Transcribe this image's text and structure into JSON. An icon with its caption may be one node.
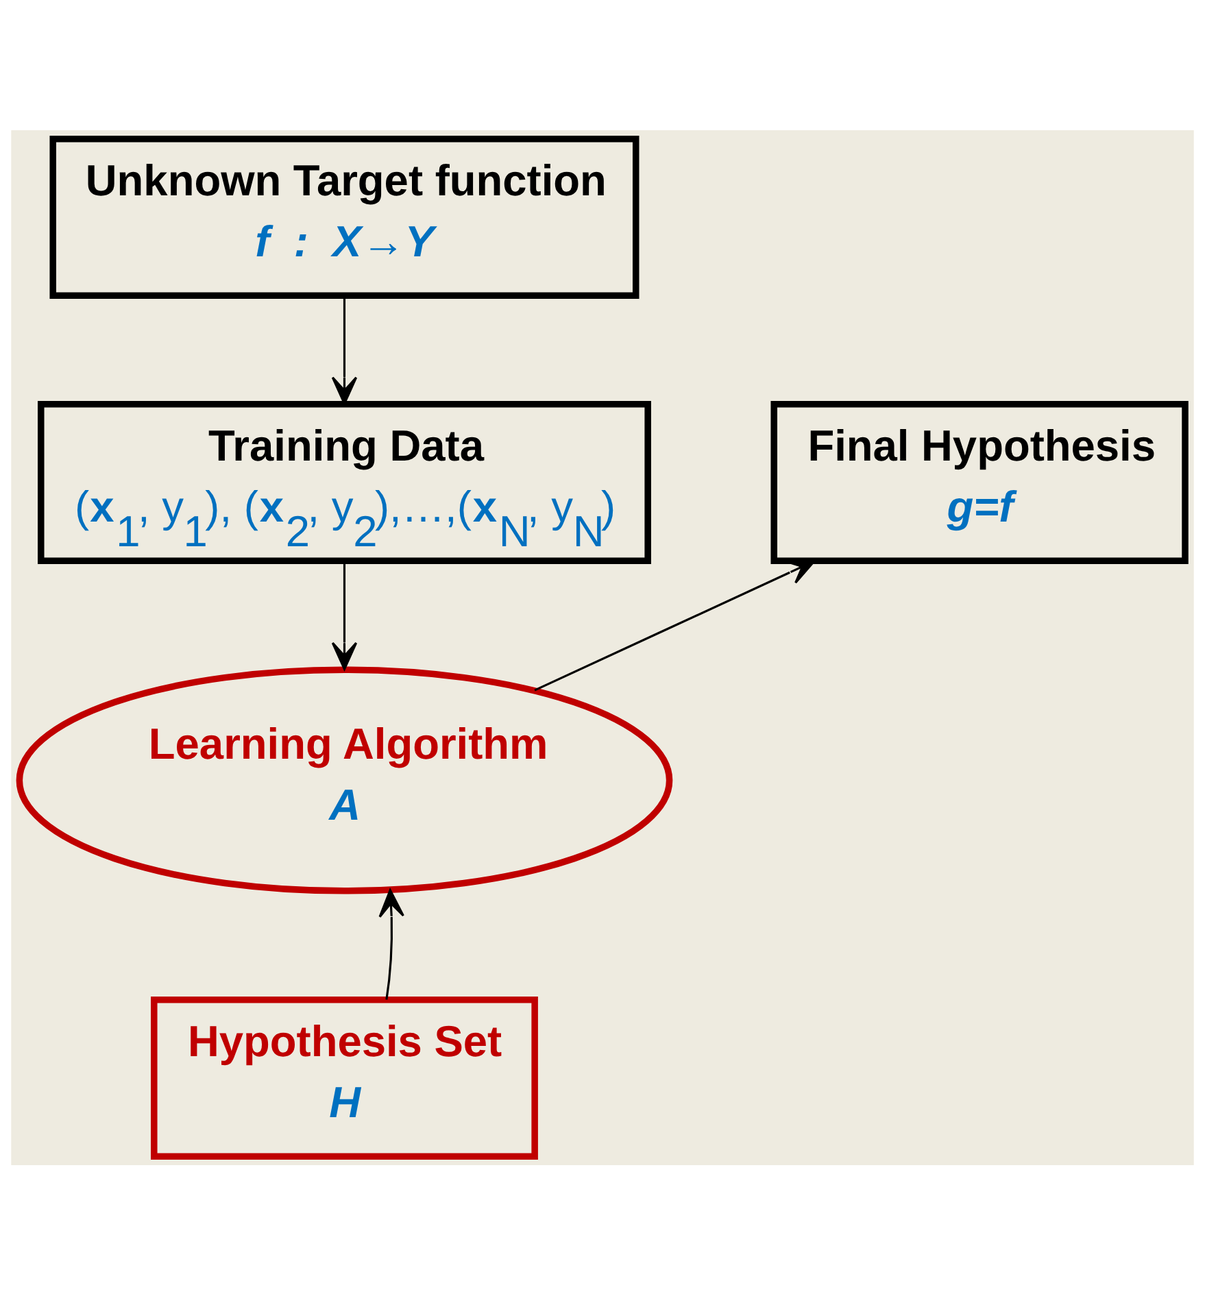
{
  "diagram": {
    "nodes": [
      {
        "text": [
          "Unknown Target function",
          "f  :  X→Y"
        ]
      },
      {
        "text": [
          "Training Data",
          "(**x**$_{1}$, y$_{1}$), (**x**$_{2}$, y$_{2}$),…,(**x**$_{N}$, y$_{N}$)"
        ]
      },
      {
        "text": [
          "Learning Algorithm",
          "A"
        ]
      },
      {
        "text": [
          "Final Hypothesis",
          "g=f"
        ]
      },
      {
        "text": [
          "Hypothesis Set",
          "H"
        ]
      }
    ],
    "edges": [
      {
        "from": 0,
        "to": 1,
        "arrow": "to"
      },
      {
        "from": 1,
        "to": 2,
        "arrow": "to"
      },
      {
        "from": 4,
        "to": 2,
        "arrow": "to"
      },
      {
        "from": 2,
        "to": 3,
        "arrow": "to"
      }
    ]
  }
}
